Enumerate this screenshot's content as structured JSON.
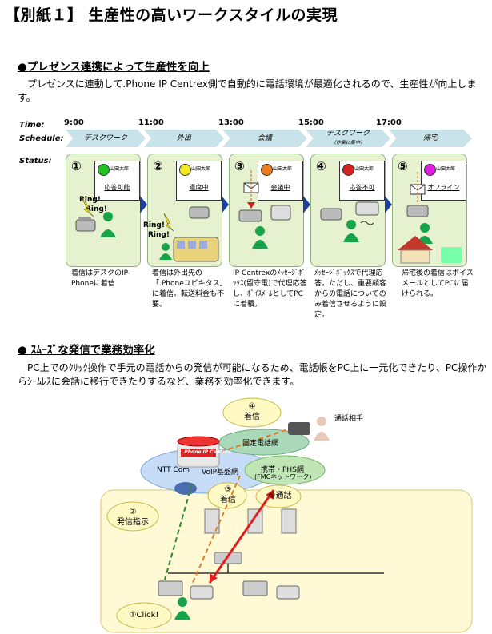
{
  "header": {
    "title": "【別紙１】 生産性の高いワークスタイルの実現"
  },
  "section1": {
    "heading": "●プレゼンス連携によって生産性を向上",
    "desc": "　プレゼンスに連動して.Phone IP Centrex側で自動的に電話環境が最適化されるので、生産性が向上します。"
  },
  "timeline": {
    "time_label": "Time:",
    "schedule_label": "Schedule:",
    "status_label": "Status:",
    "times": [
      "9:00",
      "11:00",
      "13:00",
      "15:00",
      "17:00"
    ],
    "schedules": [
      "デスクワーク",
      "外出",
      "会議",
      "デスクワーク",
      "帰宅"
    ],
    "schedule_sub": "（作業に集中）",
    "user_name": "山田太郎",
    "ring": "Ring!",
    "panels": [
      {
        "num": "①",
        "status": "応答可能",
        "color": "#22c422",
        "caption": "着信はデスクのIP-Phoneに着信"
      },
      {
        "num": "②",
        "status": "退席中",
        "color": "#f2ea1f",
        "caption": "着信は外出先の「.Phoneユビキタス」に着信。転送料金も不要。"
      },
      {
        "num": "③",
        "status": "会議中",
        "color": "#ee7b1c",
        "caption": "IP Centrexのﾒｯｾｰｼﾞﾎﾞｯｸｽ(留守電)で代理応答し、ﾎﾞｲｽﾒｰﾙとしてPCに着積。"
      },
      {
        "num": "④",
        "status": "応答不可",
        "color": "#d82020",
        "caption": "ﾒｯｾｰｼﾞﾎﾞｯｸｽで代理応答。ただし、重要顧客からの電話についてのみ着信させるように設定。"
      },
      {
        "num": "⑤",
        "status": "オフライン",
        "color": "#e020e0",
        "caption": "帰宅後の着信はボイスメールとしてPCに届けられる。"
      }
    ]
  },
  "section2": {
    "heading": "● ｽﾑｰｽﾞな発信で業務効率化",
    "desc": "　PC上でのｸﾘｯｸ操作で手元の電話からの発信が可能になるため、電話帳をPC上に一元化できたり、PC操作からｼｰﾑﾚｽに会話に移行できたりするなど、業務を効率化できます。"
  },
  "diagram": {
    "callee": "通話相手",
    "step4": "④",
    "step4_label": "着信",
    "fixed_net": "固定電話網",
    "mobile_net": "携帯・PHS網",
    "mobile_sub": "(FMCネットワーク)",
    "ntt": "NTT Com",
    "voip": "VoIP基盤網",
    "step2": "②",
    "step2_label": "発信指示",
    "step3": "③",
    "step3_label": "着信",
    "step5": "⑤通話",
    "step1": "①Click!",
    "centrex_logo": ".Phone IP Centrex"
  }
}
